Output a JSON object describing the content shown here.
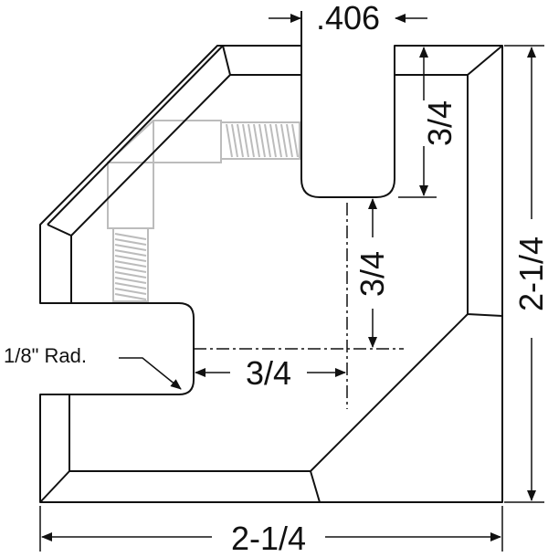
{
  "labels": {
    "top_width": ".406",
    "slot_depth": "3/4",
    "vertical_offset": "3/4",
    "horizontal_offset": "3/4",
    "radius_note": "1/8\" Rad.",
    "overall_height": "2-1/4",
    "overall_width": "2-1/4"
  },
  "colors": {
    "line": "#111111",
    "ghost": "#bcbcbc",
    "background": "#ffffff"
  }
}
